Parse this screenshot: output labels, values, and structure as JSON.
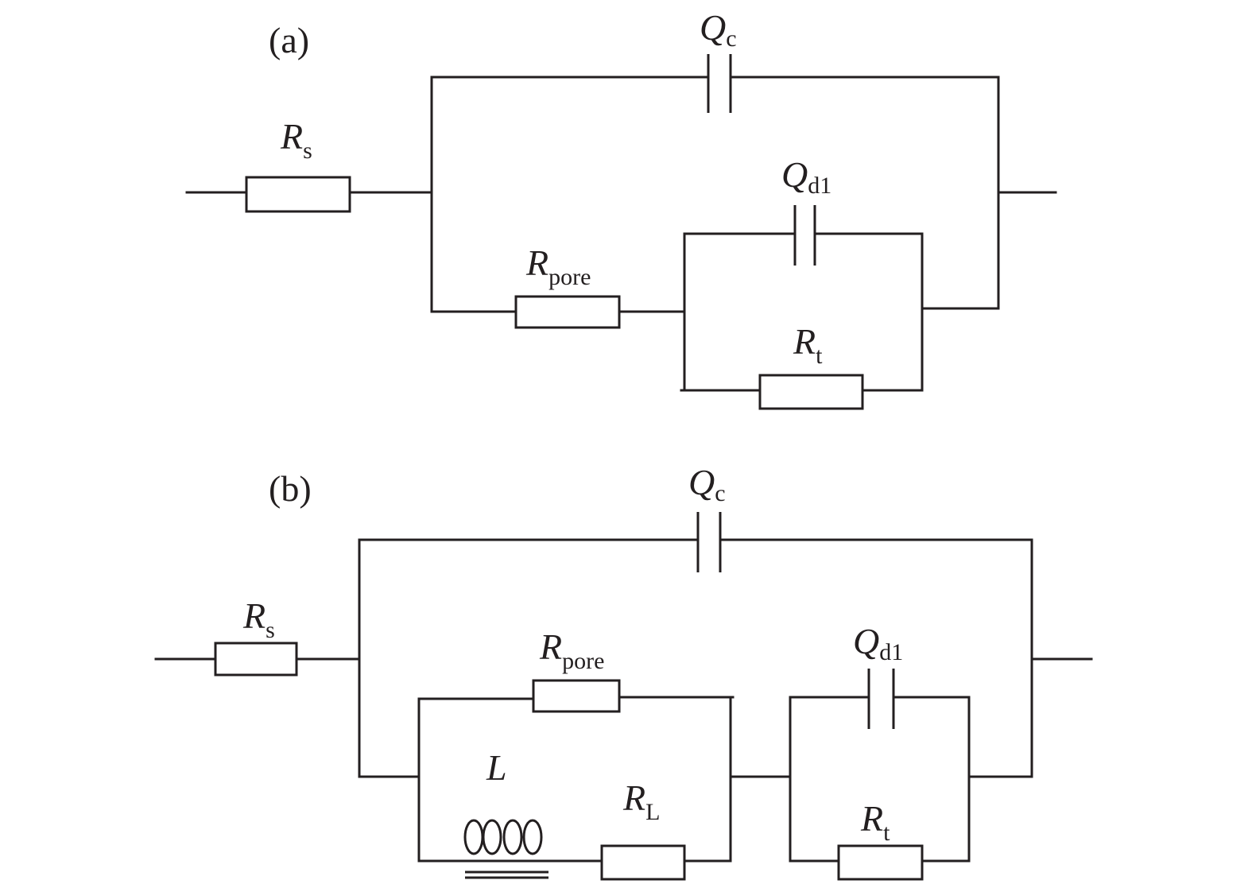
{
  "panels": [
    {
      "id": "a",
      "label": "(a)",
      "components": {
        "Rs": {
          "symbol": "R",
          "sub": "s"
        },
        "Qc": {
          "symbol": "Q",
          "sub": "c"
        },
        "Qdl": {
          "symbol": "Q",
          "sub": "d1"
        },
        "Rpore": {
          "symbol": "R",
          "sub": "pore"
        },
        "Rt": {
          "symbol": "R",
          "sub": "t"
        }
      }
    },
    {
      "id": "b",
      "label": "(b)",
      "components": {
        "Rs": {
          "symbol": "R",
          "sub": "s"
        },
        "Qc": {
          "symbol": "Q",
          "sub": "c"
        },
        "Rpore": {
          "symbol": "R",
          "sub": "pore"
        },
        "Qdl": {
          "symbol": "Q",
          "sub": "d1"
        },
        "L": {
          "symbol": "L",
          "sub": ""
        },
        "RL": {
          "symbol": "R",
          "sub": "L"
        },
        "Rt": {
          "symbol": "R",
          "sub": "t"
        }
      }
    }
  ]
}
